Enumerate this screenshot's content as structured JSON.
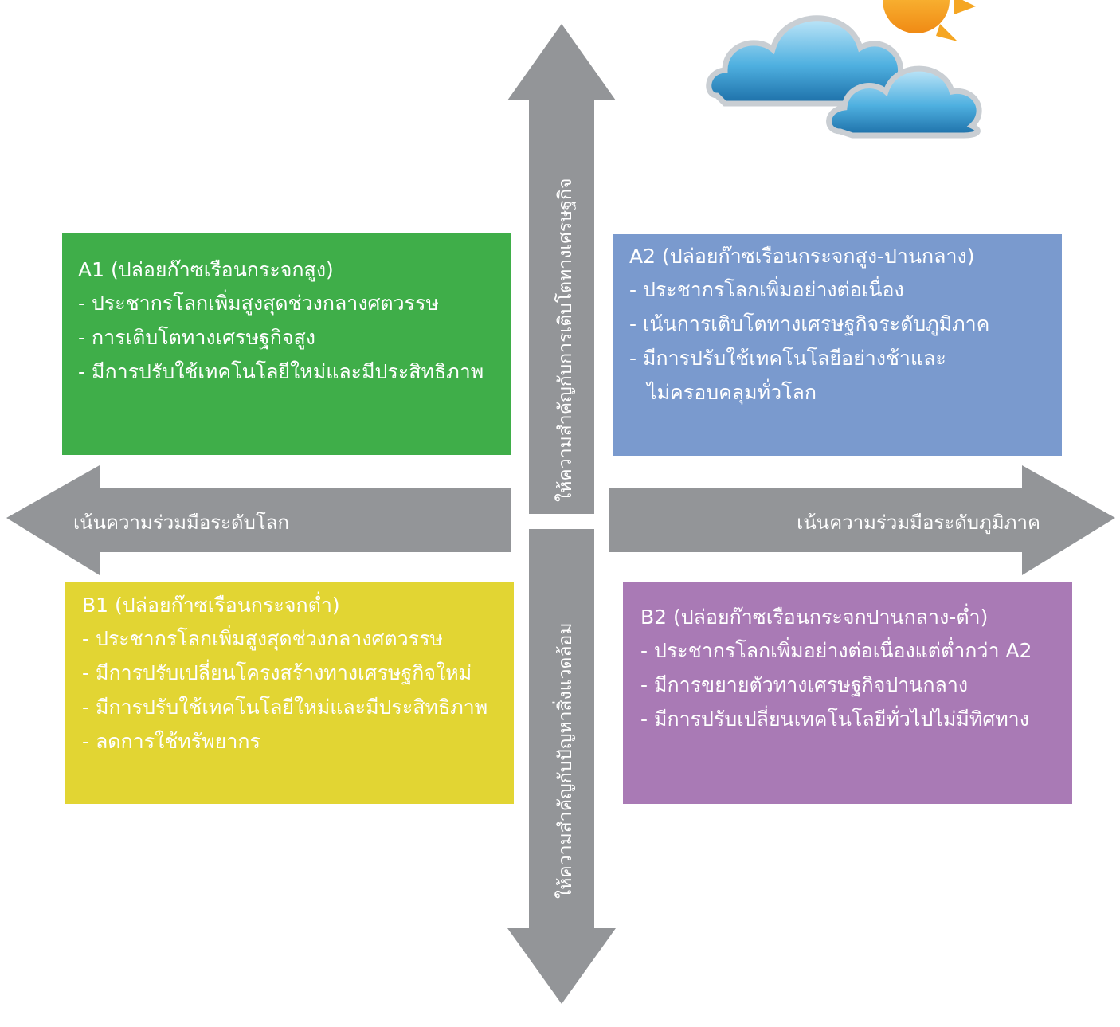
{
  "arrows": {
    "up_label": "ให้ความสำคัญกับการเติบโตทางเศรษฐกิจ",
    "down_label": "ให้ความสำคัญกับปัญหาสิ่งแวดล้อม",
    "left_label": "เน้นความร่วมมือระดับโลก",
    "right_label": "เน้นความร่วมมือระดับภูมิภาค",
    "color": "#939598"
  },
  "quadrants": {
    "a1": {
      "title": "A1 (ปล่อยก๊าซเรือนกระจกสูง)",
      "color": "#3fae49",
      "items": [
        "- ประชากรโลกเพิ่มสูงสุดช่วงกลางศตวรรษ",
        "- การเติบโตทางเศรษฐกิจสูง",
        "- มีการปรับใช้เทคโนโลยีใหม่และมีประสิทธิภาพ"
      ]
    },
    "a2": {
      "title": "A2 (ปล่อยก๊าซเรือนกระจกสูง-ปานกลาง)",
      "color": "#7a9ace",
      "items": [
        "- ประชากรโลกเพิ่มอย่างต่อเนื่อง",
        "- เน้นการเติบโตทางเศรษฐกิจระดับภูมิภาค",
        "- มีการปรับใช้เทคโนโลยีอย่างช้าและ",
        "ไม่ครอบคลุมทั่วโลก"
      ]
    },
    "b1": {
      "title": "B1 (ปล่อยก๊าซเรือนกระจกต่ำ)",
      "color": "#e2d533",
      "items": [
        "- ประชากรโลกเพิ่มสูงสุดช่วงกลางศตวรรษ",
        "- มีการปรับเปลี่ยนโครงสร้างทางเศรษฐกิจใหม่",
        "- มีการปรับใช้เทคโนโลยีใหม่และมีประสิทธิภาพ",
        "- ลดการใช้ทรัพยากร"
      ]
    },
    "b2": {
      "title": "B2 (ปล่อยก๊าซเรือนกระจกปานกลาง-ต่ำ)",
      "color": "#a97ab5",
      "items": [
        "- ประชากรโลกเพิ่มอย่างต่อเนื่องแต่ต่ำกว่า A2",
        "- มีการขยายตัวทางเศรษฐกิจปานกลาง",
        "- มีการปรับเปลี่ยนเทคโนโลยีทั่วไปไม่มีทิศทาง"
      ]
    }
  },
  "illustration": {
    "icon": "sun-clouds-icon"
  }
}
